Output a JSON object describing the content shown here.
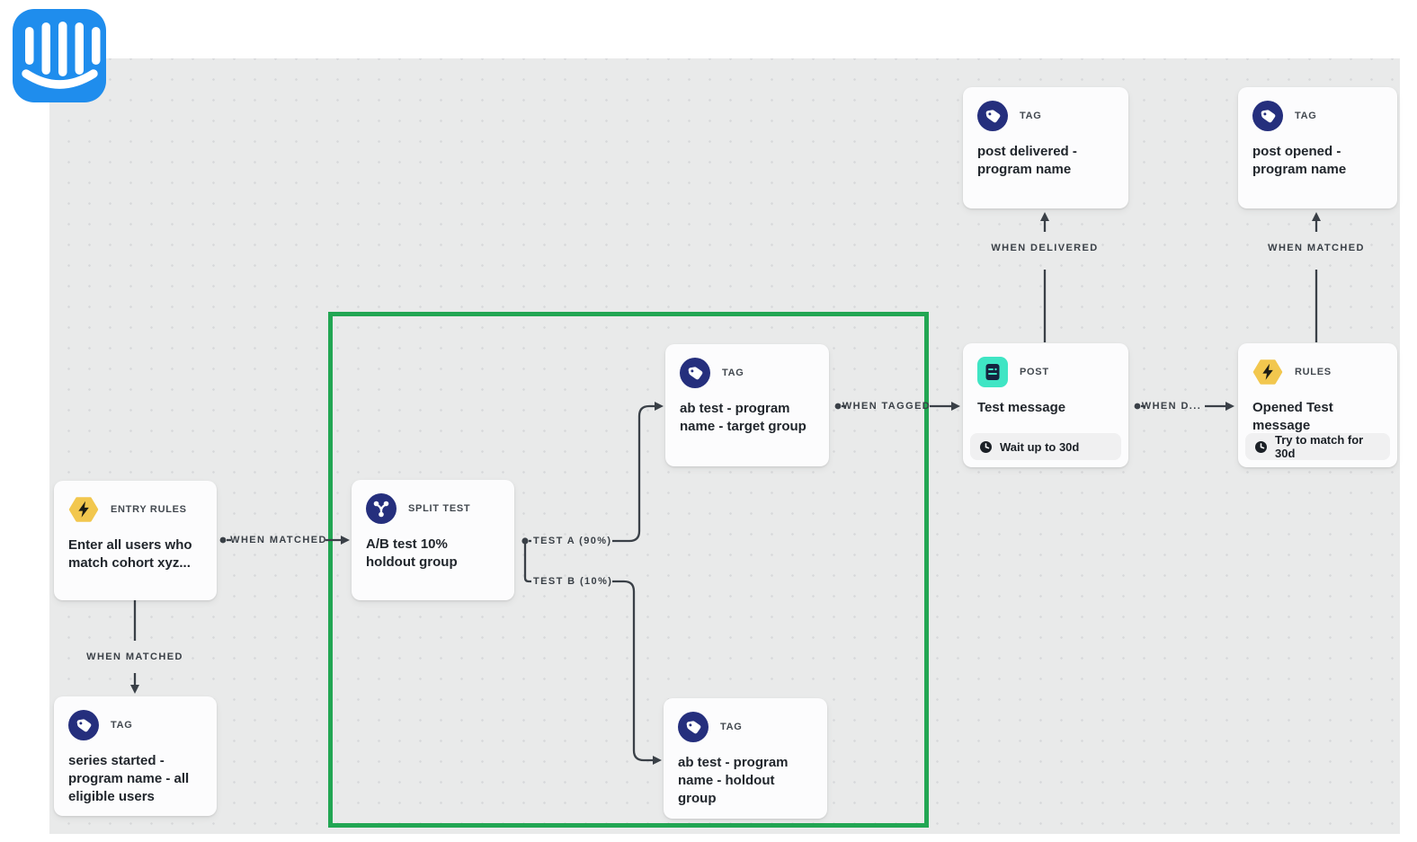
{
  "logo": {
    "name": "Intercom"
  },
  "colors": {
    "canvas": "#e9eaea",
    "highlight_green": "#22a653",
    "navy": "#252f7d",
    "teal": "#3fe5c4",
    "yellow": "#f2c74e",
    "wire": "#3a4047"
  },
  "nodes": {
    "entry": {
      "type": "ENTRY RULES",
      "title": "Enter all users who match cohort xyz..."
    },
    "tag_series": {
      "type": "TAG",
      "title": "series started - program name - all eligible users"
    },
    "split": {
      "type": "SPLIT TEST",
      "title": "A/B test 10% holdout group"
    },
    "tag_target": {
      "type": "TAG",
      "title": "ab test - program name - target group"
    },
    "tag_holdout": {
      "type": "TAG",
      "title": "ab test - program name - holdout group"
    },
    "post": {
      "type": "POST",
      "title": "Test message",
      "footer": "Wait up to 30d"
    },
    "tag_delivered": {
      "type": "TAG",
      "title": "post delivered - program name"
    },
    "rules": {
      "type": "RULES",
      "title": "Opened Test message",
      "footer": "Try to match for 30d"
    },
    "tag_opened": {
      "type": "TAG",
      "title": "post opened - program name"
    }
  },
  "connectors": {
    "entry_to_split": "WHEN MATCHED",
    "entry_to_tag": "WHEN MATCHED",
    "test_a": "TEST A (90%)",
    "test_b": "TEST B (10%)",
    "when_tagged": "WHEN TAGGED",
    "when_delivered": "WHEN DELIVERED",
    "when_d": "WHEN D...",
    "rules_to_tag": "WHEN MATCHED"
  }
}
